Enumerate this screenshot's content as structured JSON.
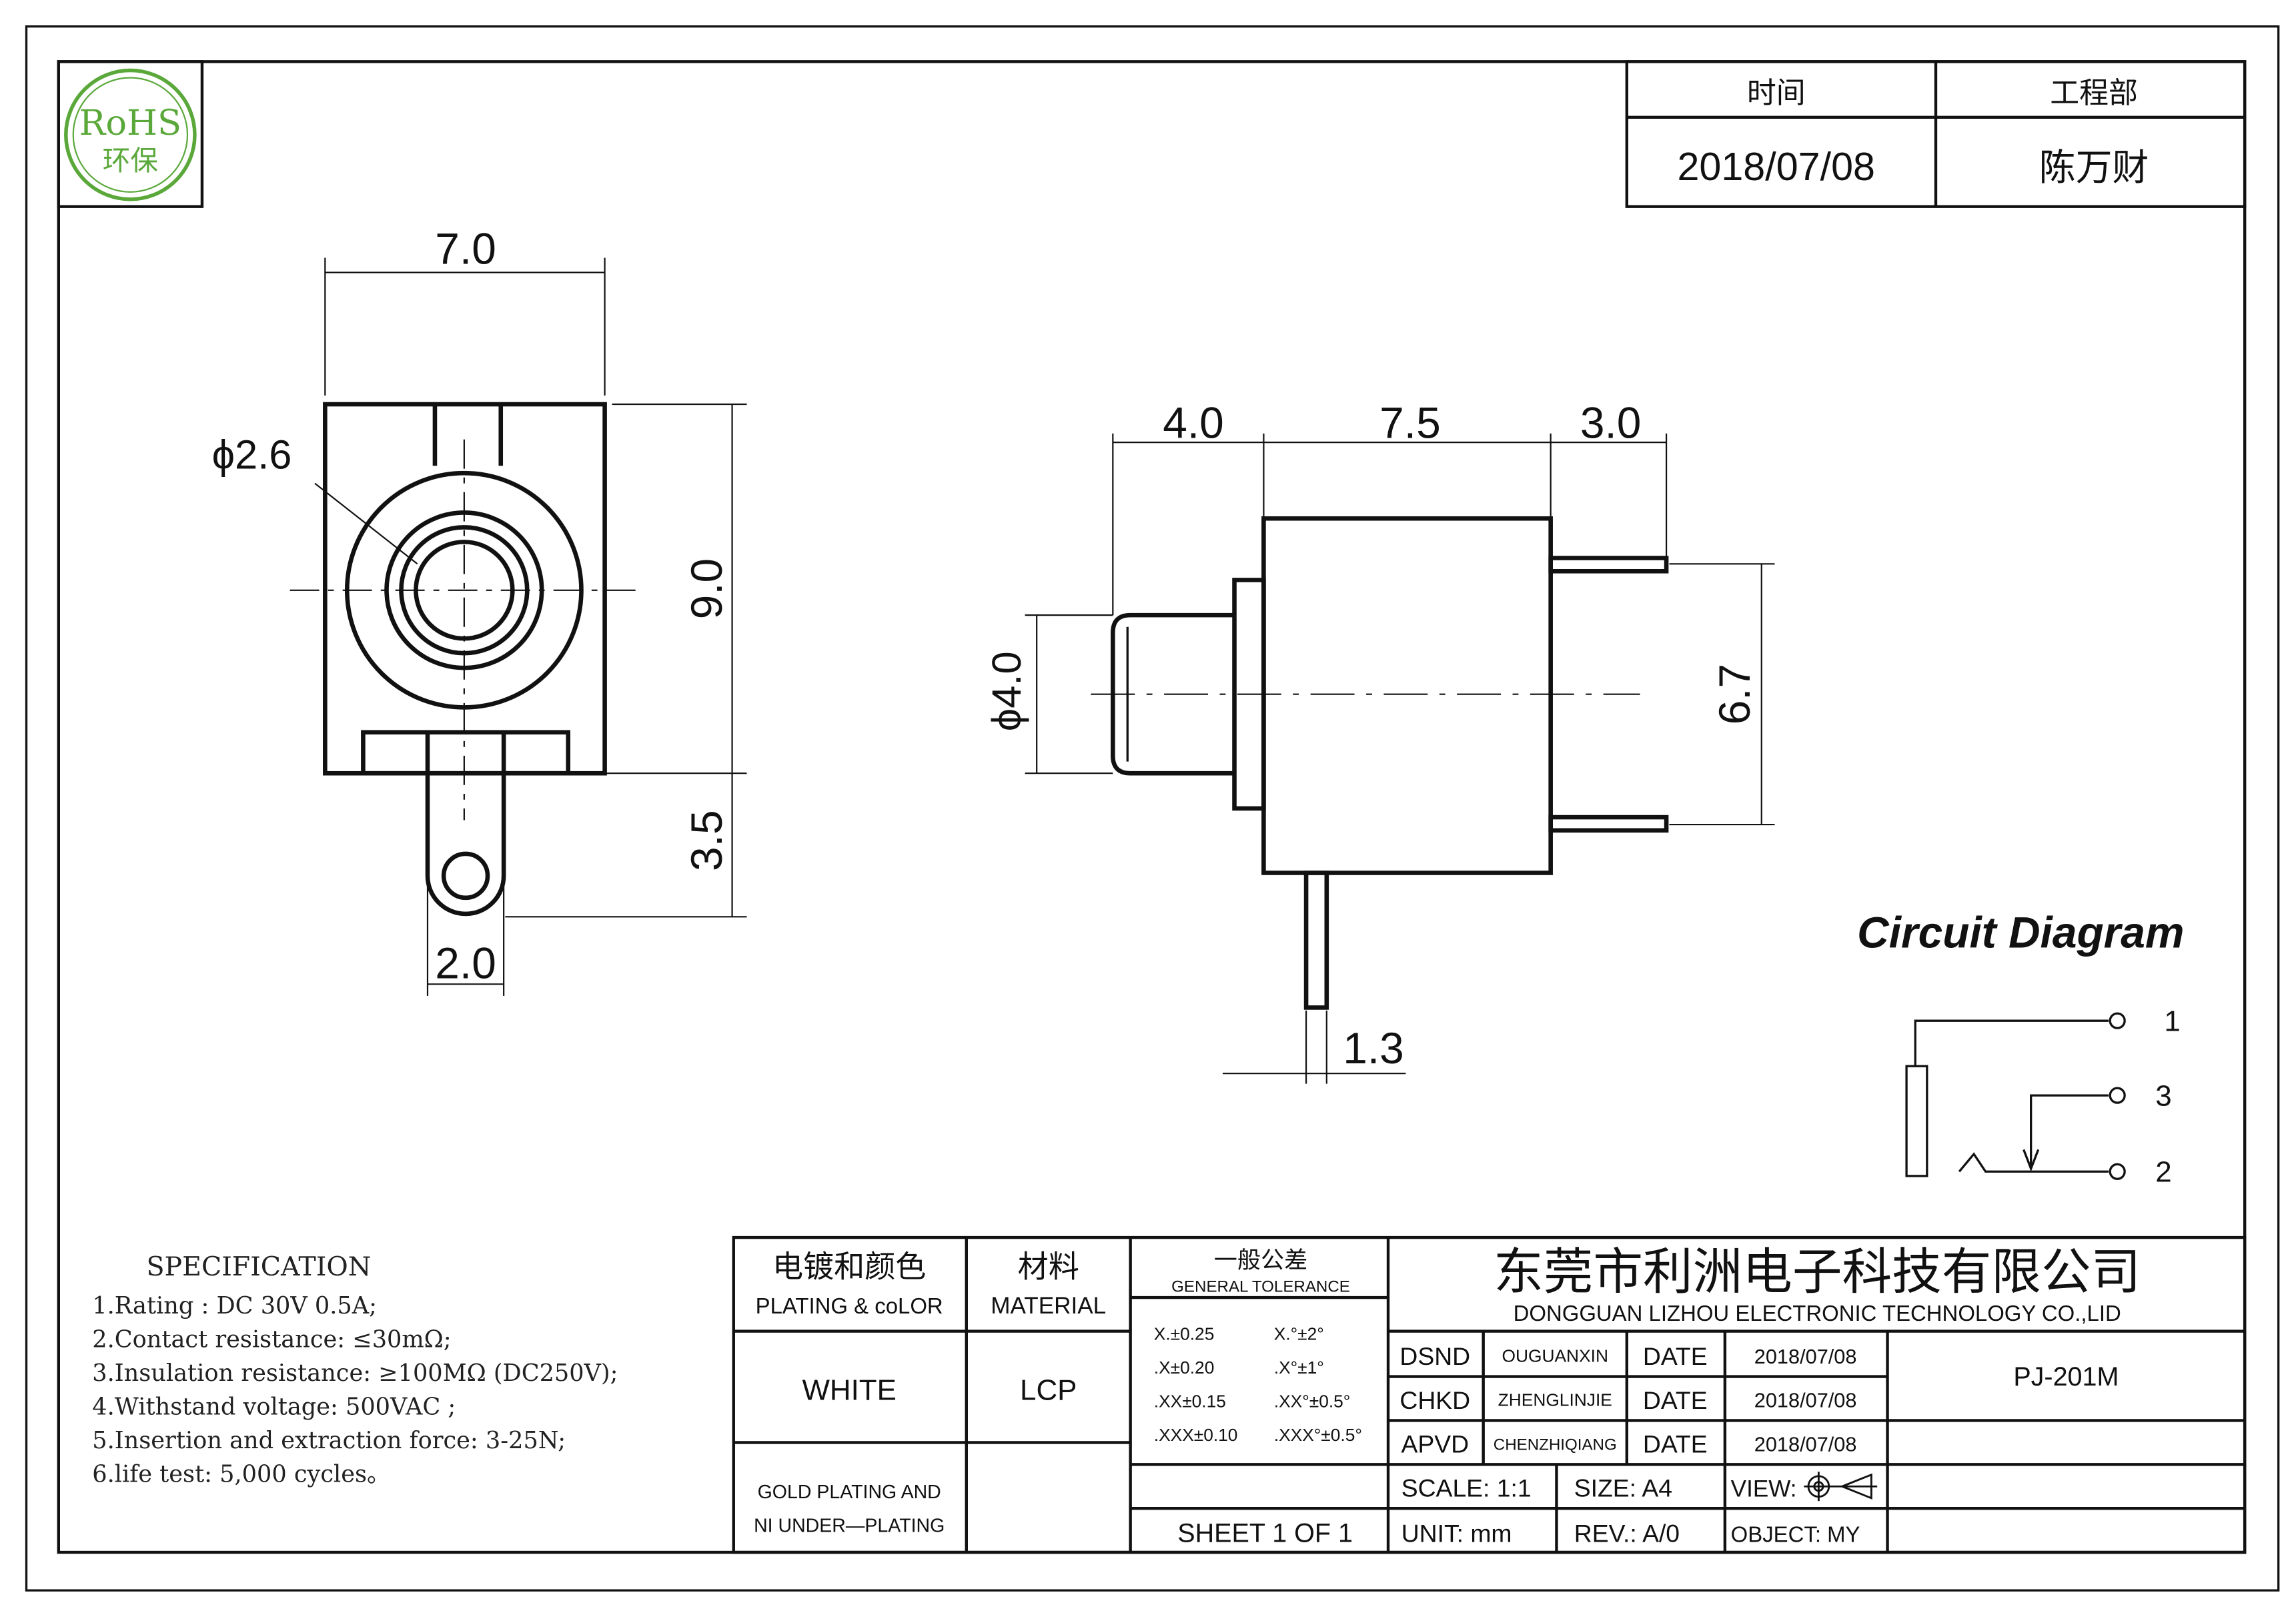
{
  "logo": {
    "text": "RoHS",
    "subtext": "环保",
    "color": "#5aa83a"
  },
  "approval": {
    "time_label": "时间",
    "dept_label": "工程部",
    "date": "2018/07/08",
    "name": "陈万财"
  },
  "front_view": {
    "width": "7.0",
    "hole_dia": "ϕ2.6",
    "height": "9.0",
    "tab_length": "3.5",
    "tab_width": "2.0"
  },
  "side_view": {
    "nose": "4.0",
    "body": "7.5",
    "pins": "3.0",
    "nose_dia": "ϕ4.0",
    "pin_span": "6.7",
    "pin_width": "1.3"
  },
  "circuit": {
    "title": "Circuit Diagram",
    "pins": [
      "1",
      "3",
      "2"
    ]
  },
  "specification": {
    "title": "SPECIFICATION",
    "items": [
      "1.Rating : DC 30V 0.5A;",
      "2.Contact resistance: ≤30mΩ;",
      "3.Insulation resistance: ≥100MΩ (DC250V);",
      "4.Withstand voltage: 500VAC ;",
      "5.Insertion and extraction force: 3-25N;",
      "6.life test: 5,000 cycles。"
    ]
  },
  "title_block": {
    "plating_cn": "电镀和颜色",
    "plating_en": "PLATING & coLOR",
    "material_cn": "材料",
    "material_en": "MATERIAL",
    "color": "WHITE",
    "material": "LCP",
    "plating1": "GOLD PLATING AND",
    "plating2": "NI UNDER—PLATING",
    "tol_cn": "一般公差",
    "tol_en": "GENERAL TOLERANCE",
    "tolerances": [
      [
        "X.±0.25",
        "X.°±2°"
      ],
      [
        ".X±0.20",
        ".X°±1°"
      ],
      [
        ".XX±0.15",
        ".XX°±0.5°"
      ],
      [
        ".XXX±0.10",
        ".XXX°±0.5°"
      ]
    ],
    "sheet": "SHEET 1 OF 1",
    "company_cn": "东莞市利洲电子科技有限公司",
    "company_en": "DONGGUAN LIZHOU ELECTRONIC TECHNOLOGY CO.,LID",
    "rows": [
      {
        "role": "DSND",
        "name": "OUGUANXIN",
        "date_label": "DATE",
        "date": "2018/07/08"
      },
      {
        "role": "CHKD",
        "name": "ZHENGLINJIE",
        "date_label": "DATE",
        "date": "2018/07/08"
      },
      {
        "role": "APVD",
        "name": "CHENZHIQIANG",
        "date_label": "DATE",
        "date": "2018/07/08"
      }
    ],
    "part_no": "PJ-201M",
    "scale": "SCALE: 1:1",
    "size": "SIZE: A4",
    "view": "VIEW:",
    "unit": "UNIT: mm",
    "rev": "REV.: A/0",
    "object": "OBJECT: MY"
  }
}
